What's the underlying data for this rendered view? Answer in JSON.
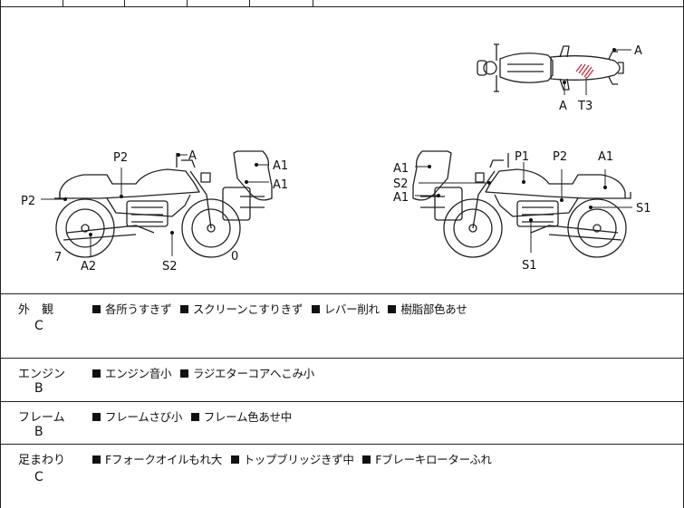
{
  "diagram": {
    "left_bike_labels": {
      "p2_top": "P2",
      "a_top": "A",
      "a1_upper": "A1",
      "a1_lower": "A1",
      "p2_left": "P2",
      "n7": "7",
      "a2": "A2",
      "s2": "S2",
      "n0": "0"
    },
    "right_bike_labels": {
      "a1_left_top": "A1",
      "s2": "S2",
      "a1_left_bottom": "A1",
      "p1": "P1",
      "p2": "P2",
      "a1_right": "A1",
      "s1_right": "S1",
      "s1_bottom": "S1"
    },
    "top_bike_labels": {
      "a_right": "A",
      "a_bottom": "A",
      "t3": "T3"
    }
  },
  "rows": [
    {
      "category": "外　観",
      "grade": "C",
      "notes": [
        "各所うすきず",
        "スクリーンこすりきず",
        "レバー削れ",
        "樹脂部色あせ"
      ]
    },
    {
      "category": "エンジン",
      "grade": "B",
      "notes": [
        "エンジン音小",
        "ラジエターコアへこみ小"
      ]
    },
    {
      "category": "フレーム",
      "grade": "B",
      "notes": [
        "フレームさび小",
        "フレーム色あせ中"
      ]
    },
    {
      "category": "足まわり",
      "grade": "C",
      "notes": [
        "Fフォークオイルもれ大",
        "トップブリッジきず中",
        "Fブレーキローターふれ"
      ]
    }
  ],
  "colors": {
    "line": "#222222",
    "damage_mark": "#cc2233"
  }
}
